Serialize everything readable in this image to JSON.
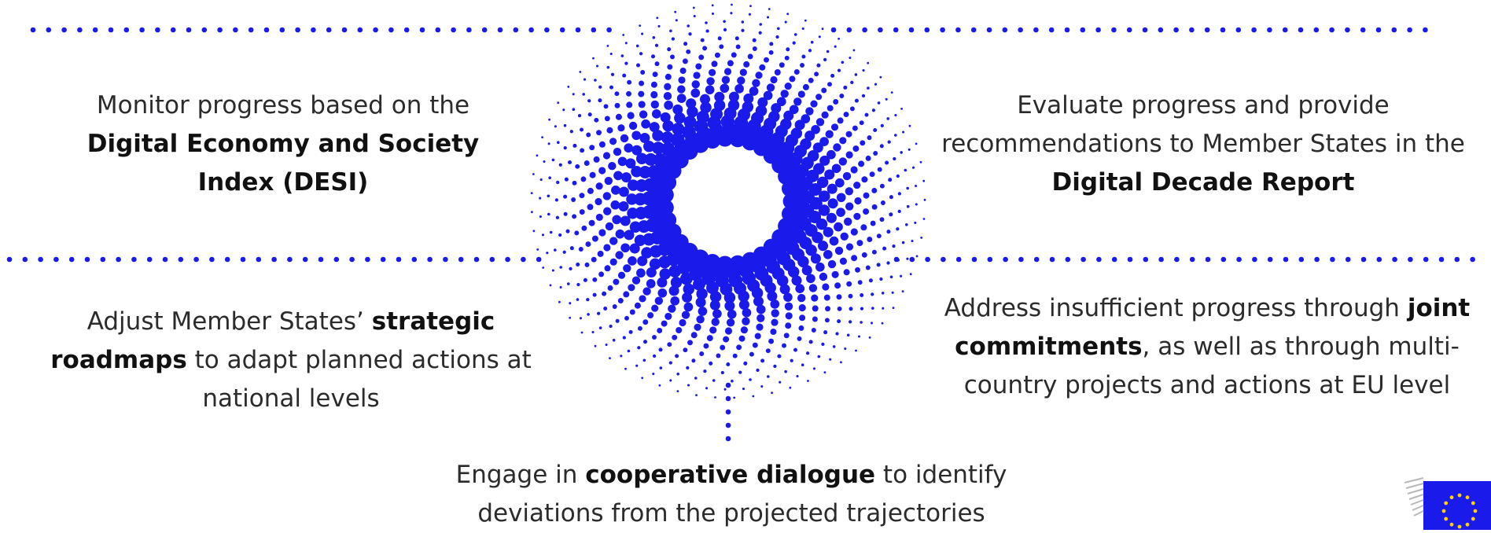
{
  "colors": {
    "accent": "#1a1aeb",
    "text": "#2b2b2b"
  },
  "steps": {
    "top_left": {
      "pre": "Monitor progress based on the",
      "bold": "Digital Economy and Society Index (DESI)",
      "post": ""
    },
    "top_right": {
      "pre": "Evaluate progress and provide recommendations to Member States in the",
      "bold": "Digital Decade Report",
      "post": ""
    },
    "bottom_left": {
      "pre": "Adjust Member States’",
      "bold": "strategic roadmaps",
      "post": "to adapt planned actions at national levels"
    },
    "bottom_right": {
      "pre": "Address insufficient progress through",
      "bold": "joint commitments",
      "post": ", as well as through multi-country projects and actions at EU level"
    },
    "bottom_center": {
      "pre": "Engage in",
      "bold": "cooperative dialogue",
      "post": "to identify deviations from the projected trajectories"
    }
  },
  "logo": {
    "icon": "eu-flag-icon"
  }
}
